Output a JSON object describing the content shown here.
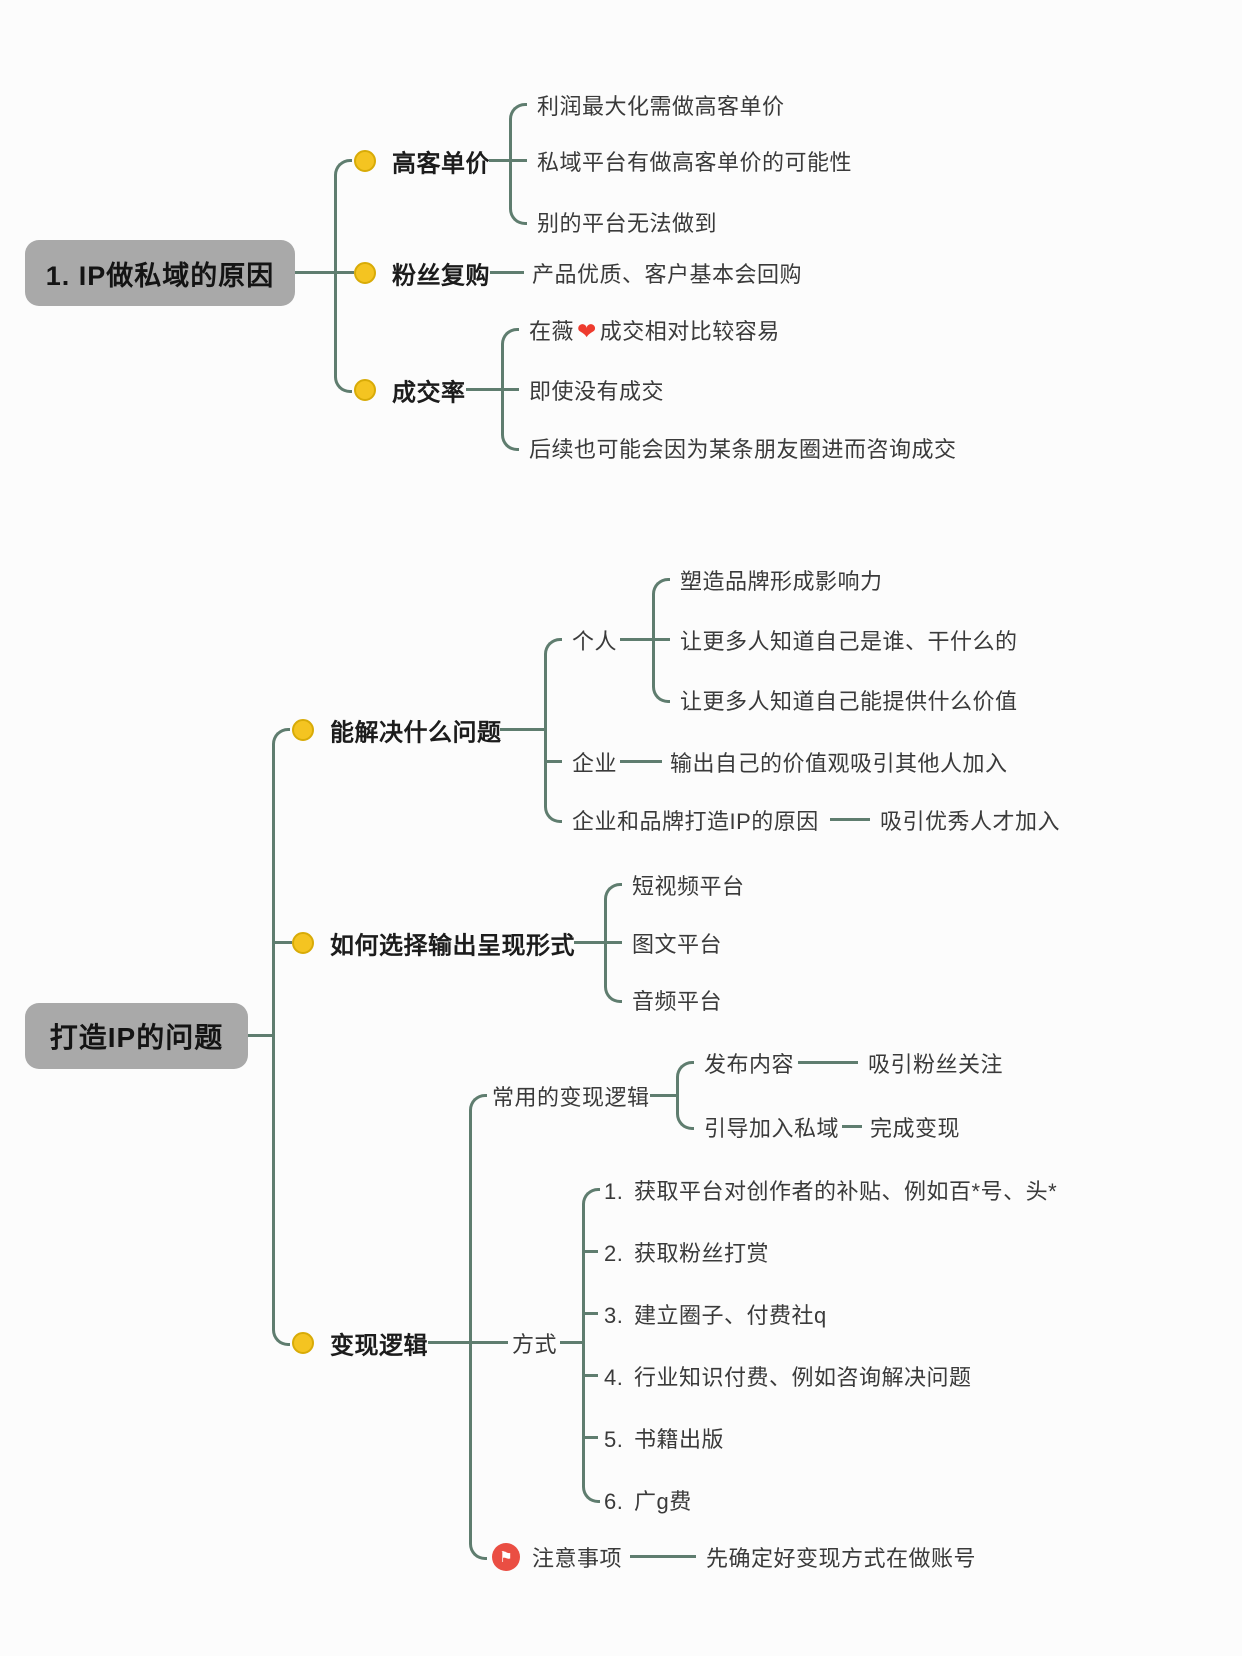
{
  "colors": {
    "connector": "#5f7d6f",
    "topic_dot": "#f4c421",
    "root_background": "#a9a9a9",
    "flag_red": "#ea4e43",
    "heart_red": "#ee3b2e",
    "background": "#fcfcfc"
  },
  "map1": {
    "root": "1.  IP做私域的原因",
    "branches": [
      {
        "label": "高客单价",
        "icon": "topic-dot-icon",
        "children": [
          "利润最大化需做高客单价",
          "私域平台有做高客单价的可能性",
          "别的平台无法做到"
        ]
      },
      {
        "label": "粉丝复购",
        "icon": "topic-dot-icon",
        "children": [
          "产品优质、客户基本会回购"
        ]
      },
      {
        "label": "成交率",
        "icon": "topic-dot-icon",
        "children": [
          {
            "pre": "在薇",
            "heart": "❤",
            "post": "成交相对比较容易"
          },
          "即使没有成交",
          "后续也可能会因为某条朋友圈进而咨询成交"
        ]
      }
    ]
  },
  "map2": {
    "root": "打造IP的问题",
    "branches": [
      {
        "label": "能解决什么问题",
        "icon": "topic-dot-icon",
        "children": [
          {
            "label": "个人",
            "children": [
              "塑造品牌形成影响力",
              "让更多人知道自己是谁、干什么的",
              "让更多人知道自己能提供什么价值"
            ]
          },
          {
            "label": "企业",
            "children": [
              "输出自己的价值观吸引其他人加入"
            ]
          },
          {
            "label": "企业和品牌打造IP的原因",
            "children": [
              "吸引优秀人才加入"
            ]
          }
        ]
      },
      {
        "label": "如何选择输出呈现形式",
        "icon": "topic-dot-icon",
        "children": [
          "短视频平台",
          "图文平台",
          "音频平台"
        ]
      },
      {
        "label": "变现逻辑",
        "icon": "topic-dot-icon",
        "children": [
          {
            "label": "常用的变现逻辑",
            "children": [
              {
                "label": "发布内容",
                "children": [
                  "吸引粉丝关注"
                ]
              },
              {
                "label": "引导加入私域",
                "children": [
                  "完成变现"
                ]
              }
            ]
          },
          {
            "label": "方式",
            "children": [
              {
                "num": "1.",
                "text": "获取平台对创作者的补贴、例如百*号、头*"
              },
              {
                "num": "2.",
                "text": "获取粉丝打赏"
              },
              {
                "num": "3.",
                "text": "建立圈子、付费社q"
              },
              {
                "num": "4.",
                "text": "行业知识付费、例如咨询解决问题"
              },
              {
                "num": "5.",
                "text": "书籍出版"
              },
              {
                "num": "6.",
                "text": "广g费"
              }
            ]
          },
          {
            "label": "注意事项",
            "icon": "flag-icon",
            "children": [
              "先确定好变现方式在做账号"
            ]
          }
        ]
      }
    ]
  }
}
